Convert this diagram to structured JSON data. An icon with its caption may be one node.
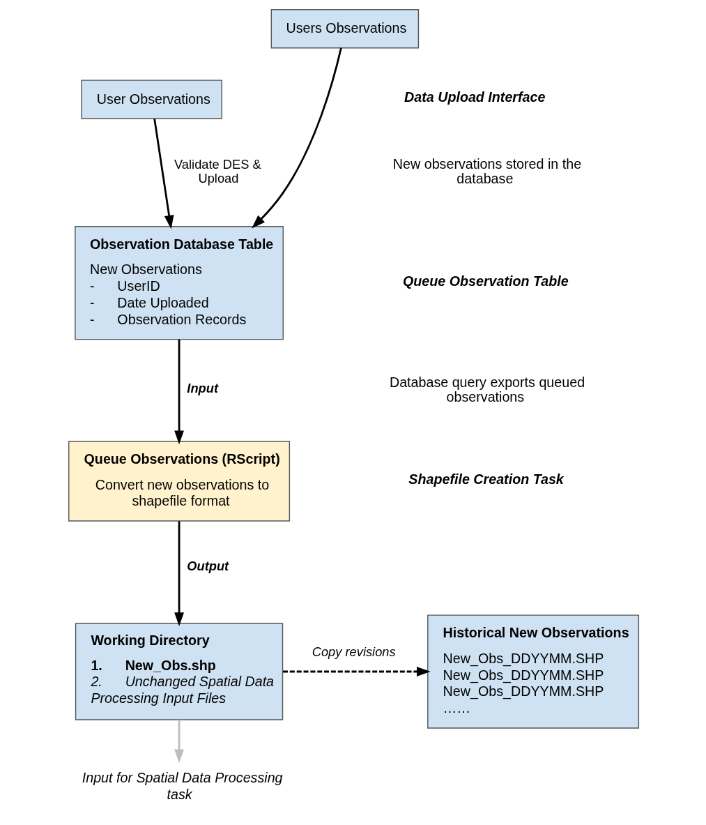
{
  "diagram": {
    "nodes": [
      {
        "text": [
          "User Observations"
        ]
      },
      {
        "text": [
          "Users Observations"
        ]
      },
      {
        "text": [
          "Observation Database Table",
          "New Observations",
          "-      UserID",
          "-      Date Uploaded",
          "-      Observation Records"
        ]
      },
      {
        "text": [
          "Queue Observations (RScript)",
          "Convert new observations to shapefile format"
        ]
      },
      {
        "text": [
          "Working Directory",
          "1.      New_Obs.shp",
          "2.      Unchanged Spatial Data Processing Input Files"
        ]
      },
      {
        "text": [
          "Historical New Observations",
          "New_Obs_DDYYMM.SHP",
          "New_Obs_DDYYMM.SHP",
          "New_Obs_DDYYMM.SHP",
          "……"
        ]
      },
      {
        "text": [
          "Input for Spatial Data Processing task"
        ]
      }
    ],
    "edges": [
      {
        "from": 0,
        "to": 2,
        "arrow": "to",
        "label": "Validate DES & Upload"
      },
      {
        "from": 1,
        "to": 2,
        "arrow": "to"
      },
      {
        "from": 2,
        "to": 3,
        "arrow": "to",
        "label": "Input"
      },
      {
        "from": 3,
        "to": 4,
        "arrow": "to",
        "label": "Output"
      },
      {
        "from": 4,
        "to": 5,
        "arrow": "to",
        "label": "Copy revisions",
        "style": "dashed"
      },
      {
        "from": 4,
        "to": 6,
        "arrow": "to",
        "color": "#bdbdbd"
      }
    ],
    "labels": [
      "Data Upload Interface",
      "New observations stored in the database",
      "Queue Observation Table",
      "Database query exports queued observations",
      "Shapefile Creation Task"
    ]
  }
}
